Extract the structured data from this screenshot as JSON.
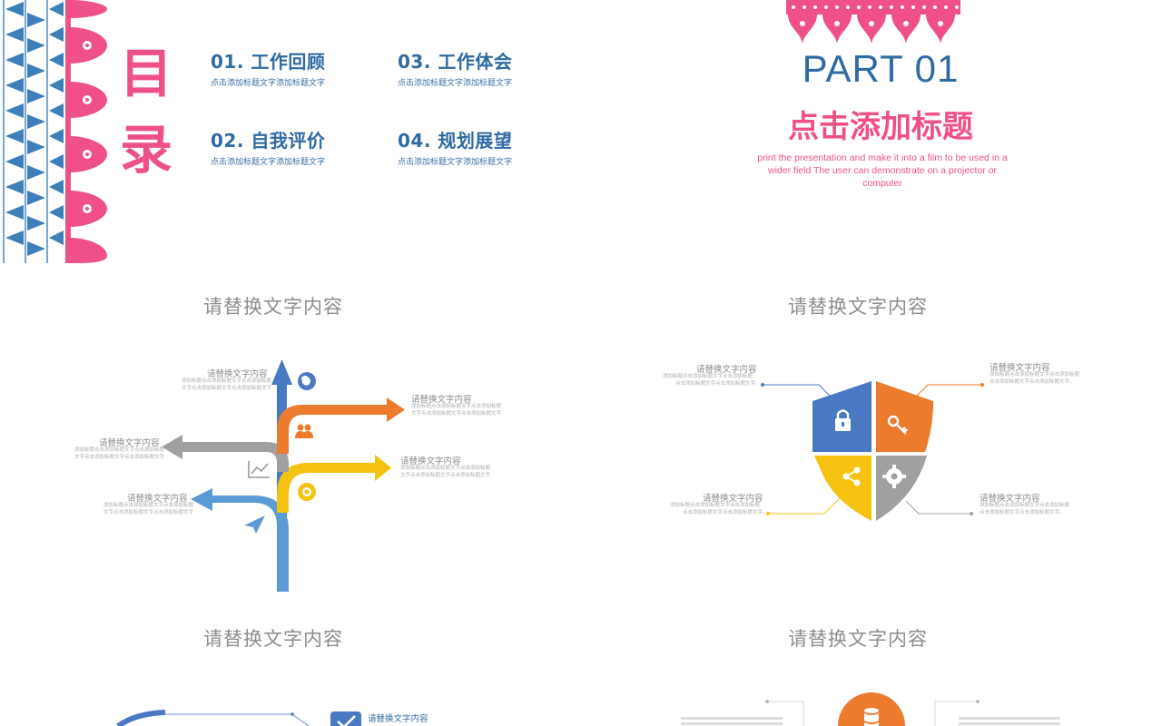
{
  "toc": {
    "title_chars": [
      "目",
      "录"
    ],
    "items": [
      {
        "heading": "01. 工作回顾",
        "sub": "点击添加标题文字添加标题文字"
      },
      {
        "heading": "03. 工作体会",
        "sub": "点击添加标题文字添加标题文字"
      },
      {
        "heading": "02. 自我评价",
        "sub": "点击添加标题文字添加标题文字"
      },
      {
        "heading": "04. 规划展望",
        "sub": "点击添加标题文字添加标题文字"
      }
    ]
  },
  "part": {
    "title": "PART 01",
    "subtitle": "点击添加标题",
    "desc_line1": "print the presentation and make it into a film to be used in a",
    "desc_line2": "wider field The user can demonstrate on a projector or",
    "desc_line3": "computer"
  },
  "section_titles": [
    "请替换文字内容",
    "请替换文字内容",
    "请替换文字内容",
    "请替换文字内容"
  ],
  "arrows": {
    "labels": [
      "请替换文字内容",
      "请替换文字内容",
      "请替换文字内容",
      "请替换文字内容",
      "请替换文字内容"
    ],
    "desc1": "添加标题点击添加标题文字点击添加标题",
    "desc2": "文字点击添加标题文字点击添加标题文字"
  },
  "shield": {
    "labels": [
      "请替换文字内容",
      "请替换文字内容",
      "请替换文字内容",
      "请替换文字内容"
    ],
    "desc1": "添加标题点击添加标题文字点击添加标题",
    "desc2": "点击添加标题文字点击添加标题文字。"
  },
  "bottom": {
    "left_label": "请替换文字内容"
  },
  "colors": {
    "pink": "#f0508a",
    "blue": "#2f6aa3",
    "steel_blue": "#4a79c4",
    "orange": "#ec7b2e",
    "yellow": "#f5c211",
    "grey": "#a0a0a0",
    "light_blue": "#5b9bd5"
  }
}
